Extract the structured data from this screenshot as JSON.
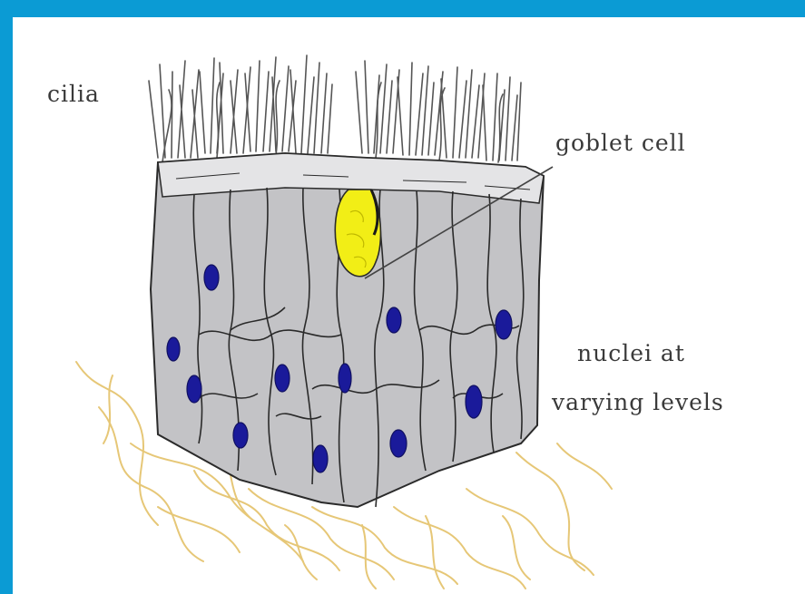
{
  "labels": {
    "cilia": "cilia",
    "goblet_cell": "goblet cell",
    "nuclei_line1": "nuclei at",
    "nuclei_line2": "varying levels"
  },
  "colors": {
    "frame": "#0b9bd4",
    "cell_fill": "#c3c3c6",
    "outline": "#2a2a2a",
    "nucleus": "#1a1a9a",
    "goblet": "#f2ee16",
    "connective_fibers": "#e6c777"
  }
}
